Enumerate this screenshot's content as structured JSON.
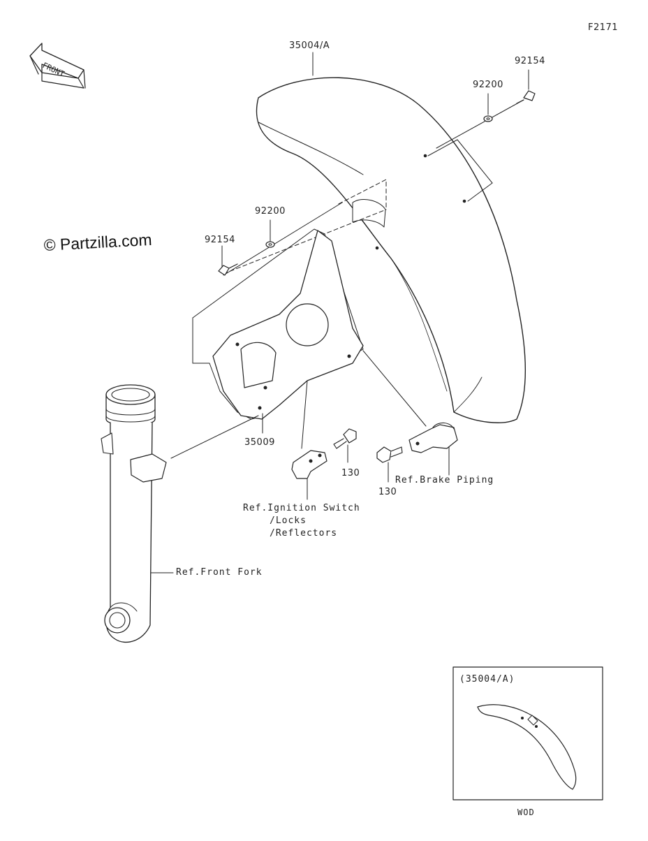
{
  "figure_code": "F2171",
  "watermark": "© Partzilla.com",
  "front_arrow_label": "FRONT",
  "parts": {
    "fender": "35004/A",
    "bolt_right": "92154",
    "washer_right": "92200",
    "washer_left": "92200",
    "bolt_left": "92154",
    "bracket": "35009",
    "bolt_center": "130",
    "bolt_brake": "130"
  },
  "references": {
    "ignition_line1": "Ref.Ignition Switch",
    "ignition_line2": "/Locks",
    "ignition_line3": "/Reflectors",
    "brake_piping": "Ref.Brake Piping",
    "front_fork": "Ref.Front Fork"
  },
  "inset": {
    "title": "(35004/A)",
    "caption": "WOD"
  }
}
